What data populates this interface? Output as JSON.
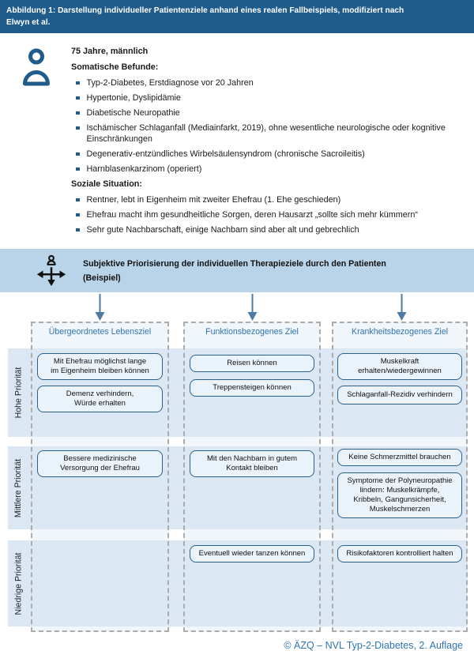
{
  "colors": {
    "header_bg": "#1F5C8C",
    "banner_bg": "#B9D4E8",
    "row_band_bg": "#DBE8F4",
    "column_bg": "#F1F6FB",
    "goal_box_bg": "#EBF3FA",
    "goal_box_border": "#2A618C",
    "accent_blue_text": "#2E74B5",
    "arrow_blue": "#4D7BA3",
    "bullet_blue": "#1F5C8C"
  },
  "header": {
    "title": "Abbildung 1:  Darstellung individueller Patientenziele anhand eines realen Fallbeispiels, modifiziert nach\nElwyn et al."
  },
  "patient": {
    "age_sex": "75 Jahre, männlich",
    "somatic_heading": "Somatische Befunde:",
    "somatic_items": [
      "Typ-2-Diabetes, Erstdiagnose vor 20 Jahren",
      "Hypertonie, Dyslipidämie",
      "Diabetische Neuropathie",
      "Ischämischer Schlaganfall (Mediainfarkt, 2019), ohne wesentliche neurologische oder kognitive Einschränkungen",
      "Degenerativ-entzündliches Wirbelsäulensyndrom (chronische Sacroileitis)",
      "Harnblasenkarzinom (operiert)"
    ],
    "social_heading": "Soziale Situation:",
    "social_items": [
      "Rentner, lebt in Eigenheim mit zweiter Ehefrau (1. Ehe geschieden)",
      "Ehefrau macht ihm gesundheitliche Sorgen, deren Hausarzt „sollte sich mehr kümmern“",
      "Sehr gute Nachbarschaft, einige Nachbarn sind aber alt und gebrechlich"
    ]
  },
  "prioritization_banner": {
    "text": "Subjektive Priorisierung der individuellen Therapieziele durch den Patienten\n(Beispiel)"
  },
  "matrix": {
    "row_labels": [
      "Hohe Priorität",
      "Mittlere Priorität",
      "Niedrige Priorität"
    ],
    "columns": [
      {
        "header": "Übergeordnetes Lebensziel",
        "goals": {
          "high": [
            "Mit Ehefrau möglichst lange\nim Eigenheim bleiben können",
            "Demenz verhindern,\nWürde erhalten"
          ],
          "mid": [
            "Bessere medizinische\nVersorgung der Ehefrau"
          ],
          "low": []
        }
      },
      {
        "header": "Funktionsbezogenes Ziel",
        "goals": {
          "high": [
            "Reisen können",
            "Treppensteigen können"
          ],
          "mid": [
            "Mit den Nachbarn in gutem\nKontakt bleiben"
          ],
          "low": [
            "Eventuell wieder tanzen können"
          ]
        }
      },
      {
        "header": "Krankheitsbezogenes Ziel",
        "goals": {
          "high": [
            "Muskelkraft\nerhalten/wiedergewinnen",
            "Schlaganfall-Rezidiv verhindern"
          ],
          "mid": [
            "Keine Schmerzmittel brauchen",
            "Symptome der Polyneuropathie\nlindern: Muskelkrämpfe,\nKribbeln, Gangunsicherheit,\nMuskelschmerzen"
          ],
          "low": [
            "Risikofaktoren kontrolliert halten"
          ]
        }
      }
    ]
  },
  "footer": {
    "credit": "© ÄZQ – NVL Typ-2-Diabetes, 2. Auflage"
  }
}
